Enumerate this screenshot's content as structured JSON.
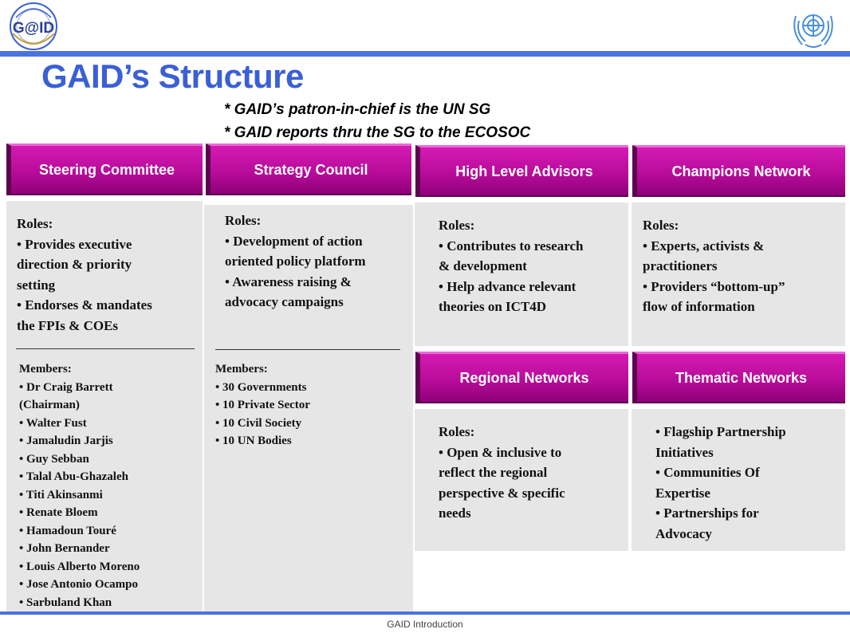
{
  "logos": {
    "gaid_text": "G@ID"
  },
  "title": "GAID’s Structure",
  "notes": [
    "* GAID’s patron-in-chief is the UN SG",
    "* GAID reports thru the SG to the ECOSOC"
  ],
  "steering_committee": {
    "header": "Steering Committee",
    "roles": [
      "Roles:",
      "• Provides executive",
      "direction & priority",
      "setting",
      "• Endorses & mandates",
      "the FPIs & COEs"
    ],
    "members": [
      "Members:",
      "• Dr Craig Barrett",
      "(Chairman)",
      "• Walter Fust",
      "• Jamaludin Jarjis",
      "• Guy Sebban",
      "• Talal Abu-Ghazaleh",
      "• Titi Akinsanmi",
      "• Renate Bloem",
      "• Hamadoun Touré",
      "• John Bernander",
      "• Louis Alberto Moreno",
      "• Jose Antonio Ocampo",
      "• Sarbuland Khan"
    ]
  },
  "strategy_council": {
    "header": "Strategy Council",
    "roles": [
      "Roles:",
      "• Development of action",
      "oriented policy platform",
      "• Awareness raising &",
      "advocacy campaigns"
    ],
    "members": [
      "Members:",
      "• 30 Governments",
      "• 10 Private Sector",
      "• 10 Civil Society",
      "• 10 UN Bodies"
    ]
  },
  "high_level_advisors": {
    "header": "High Level Advisors",
    "roles": [
      "Roles:",
      "• Contributes to research",
      "& development",
      "• Help advance relevant",
      "theories on ICT4D"
    ]
  },
  "champions_network": {
    "header": "Champions Network",
    "roles": [
      "Roles:",
      "• Experts, activists &",
      "practitioners",
      "• Providers “bottom-up”",
      "flow of information"
    ]
  },
  "regional_networks": {
    "header": "Regional Networks",
    "roles": [
      "Roles:",
      "• Open & inclusive to",
      "reflect the regional",
      "perspective & specific",
      "needs"
    ]
  },
  "thematic_networks": {
    "header": "Thematic Networks",
    "roles": [
      "• Flagship Partnership",
      "Initiatives",
      "• Communities Of",
      "Expertise",
      "• Partnerships for",
      "Advocacy"
    ]
  },
  "footer": "GAID Introduction",
  "colors": {
    "accent_blue": "#4a73e0",
    "title_blue": "#3b5fd6",
    "header_magenta": "#b80c9a",
    "panel_gray": "#e6e6e6"
  }
}
